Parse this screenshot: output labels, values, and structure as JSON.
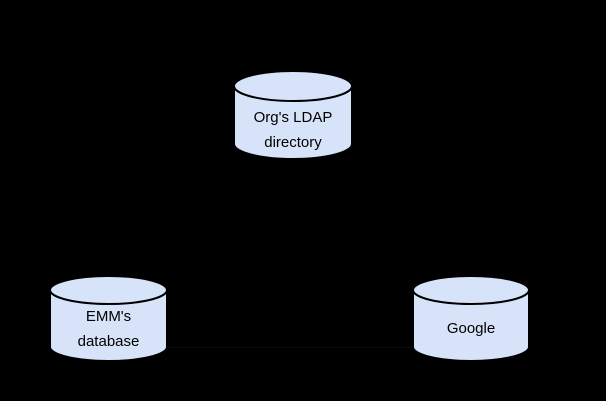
{
  "diagram": {
    "type": "database-sync-diagram",
    "colors": {
      "background": "#000000",
      "node_fill": "#d7e3f8",
      "node_stroke": "#000000",
      "label_color": "#000000",
      "connector_color": "#0b0b0b"
    },
    "nodes": [
      {
        "id": "orgs-ldap-directory",
        "shape": "cylinder",
        "label_lines": [
          "Org's LDAP",
          "directory"
        ]
      },
      {
        "id": "emms-database",
        "shape": "cylinder",
        "label_lines": [
          "EMM's",
          "database"
        ]
      },
      {
        "id": "google",
        "shape": "cylinder",
        "label_lines": [
          "Google"
        ]
      }
    ],
    "connectors": [
      {
        "from": "emms-database",
        "to": "google",
        "style": "faint-line"
      }
    ]
  }
}
